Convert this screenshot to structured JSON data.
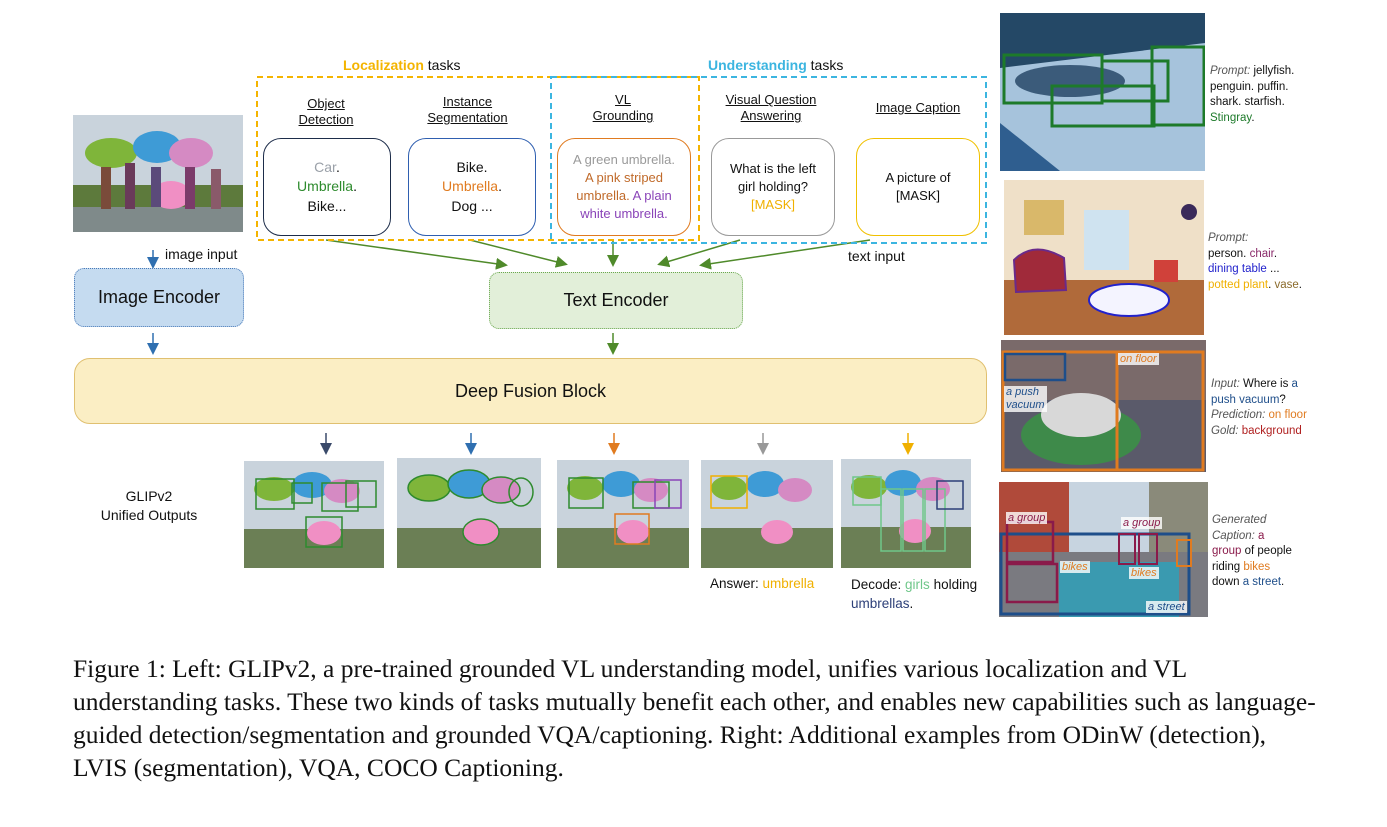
{
  "colors": {
    "localization": "#f4b400",
    "understanding": "#3cb5e0",
    "green": "#2e8b2e",
    "orange": "#e07b20",
    "purple": "#8a44b8",
    "blue": "#2255aa",
    "gray": "#999999",
    "mask_yellow": "#f0b000",
    "arrow_green": "#4f8a2a",
    "arrow_blue": "#2f6fb0"
  },
  "groups": {
    "localization": {
      "highlight": "Localization",
      "suffix": " tasks"
    },
    "understanding": {
      "highlight": "Understanding",
      "suffix": " tasks"
    }
  },
  "tasks": [
    {
      "title_1": "Object",
      "title_2": "Detection",
      "lines": [
        {
          "text": "Car",
          "color": "gray",
          "tail": "."
        },
        {
          "text": "Umbrella",
          "color": "green",
          "tail": "."
        },
        {
          "text": "Bike...",
          "color": "black",
          "tail": ""
        }
      ]
    },
    {
      "title_1": "Instance",
      "title_2": "Segmentation",
      "lines": [
        {
          "text": "Bike",
          "color": "black",
          "tail": "."
        },
        {
          "text": "Umbrella",
          "color": "orange",
          "tail": "."
        },
        {
          "text": "Dog ...",
          "color": "black",
          "tail": ""
        }
      ]
    },
    {
      "title_1": "VL",
      "title_2": "Grounding",
      "lines": [
        "A green umbrella.",
        "A pink striped",
        "umbrella. A plain",
        "white umbrella."
      ]
    },
    {
      "title_1": "Visual Question",
      "title_2": "Answering",
      "lines": [
        "What is the left",
        "girl holding?",
        "[MASK]"
      ]
    },
    {
      "title_1": "",
      "title_2": "Image Caption",
      "lines": [
        "A picture of",
        "[MASK]"
      ]
    }
  ],
  "labels": {
    "image_input": "image input",
    "text_input": "text input",
    "image_encoder": "Image Encoder",
    "text_encoder": "Text Encoder",
    "deep_fusion": "Deep Fusion Block",
    "outputs_1": "GLIPv2",
    "outputs_2": "Unified Outputs",
    "answer_prefix": "Answer: ",
    "answer_value": "umbrella",
    "decode_prefix": "Decode: ",
    "decode_girls": "girls",
    "decode_holding": " holding",
    "decode_umbrellas": "umbrellas",
    "decode_tail": "."
  },
  "side_examples": {
    "odinw": {
      "prompt_label": "Prompt:",
      "items": [
        "jellyfish.",
        "penguin. puffin.",
        "shark. starfish."
      ],
      "highlight": "Stingray",
      "tail": "."
    },
    "lvis": {
      "prompt_label": "Prompt:",
      "l1a": "person. ",
      "l1b": "chair",
      "l1c": ".",
      "l2a": "dining table",
      "l2b": " ...",
      "l3a": "potted plant",
      "l3b": ". ",
      "l3c": "vase",
      "l3d": "."
    },
    "vqa": {
      "input_label": "Input:",
      "input_text": " Where is ",
      "input_a": "a",
      "input_b": "push vacuum",
      "input_q": "?",
      "pred_label": "Prediction:",
      "pred_value": " on floor",
      "gold_label": "Gold:",
      "gold_value": " background",
      "tag_onfloor": "on floor",
      "tag_push1": "a push",
      "tag_push2": "vacuum"
    },
    "caption": {
      "gen_label_1": "Generated",
      "gen_label_2": "Caption:",
      "a": " a",
      "group": "group",
      "of_people": " of people",
      "riding": "riding ",
      "bikes": "bikes",
      "down": "down ",
      "street": "a street",
      "tail": ".",
      "tag_group1": "a group",
      "tag_group2": "a group",
      "tag_bikes1": "bikes",
      "tag_bikes2": "bikes",
      "tag_street": "a street"
    }
  },
  "figure_caption": "Figure 1: Left: GLIPv2, a pre-trained grounded VL understanding model, unifies various localization and VL understanding tasks. These two kinds of tasks mutually benefit each other, and enables new capabilities such as language-guided detection/segmentation and grounded VQA/captioning. Right: Additional examples from ODinW (detection), LVIS (segmentation), VQA, COCO Captioning."
}
